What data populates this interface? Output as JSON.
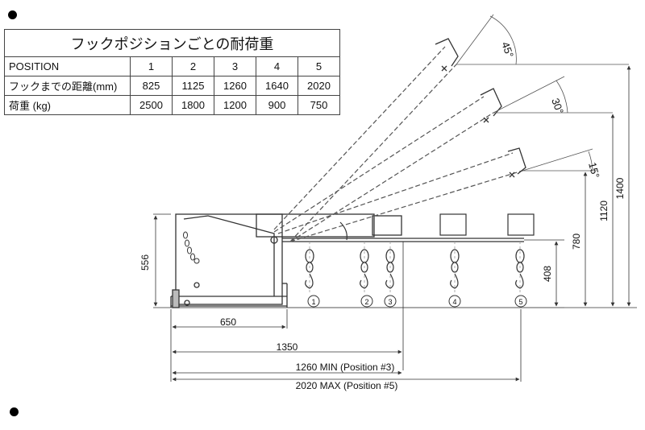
{
  "table": {
    "title": "フックポジションごとの耐荷重",
    "rows": [
      {
        "label": "POSITION",
        "values": [
          "1",
          "2",
          "3",
          "4",
          "5"
        ]
      },
      {
        "label": "フックまでの距離(mm)",
        "values": [
          "825",
          "1125",
          "1260",
          "1640",
          "2020"
        ]
      },
      {
        "label": "荷重 (kg)",
        "values": [
          "2500",
          "1800",
          "1200",
          "900",
          "750"
        ]
      }
    ]
  },
  "diagram": {
    "angles": [
      "45°",
      "30°",
      "15°"
    ],
    "heights": [
      "1400",
      "1120",
      "780",
      "556",
      "408"
    ],
    "widths": [
      "650",
      "1350"
    ],
    "span_min": "1260 MIN (Position #3)",
    "span_max": "2020 MAX (Position #5)",
    "positions": [
      "1",
      "2",
      "3",
      "4",
      "5"
    ]
  }
}
